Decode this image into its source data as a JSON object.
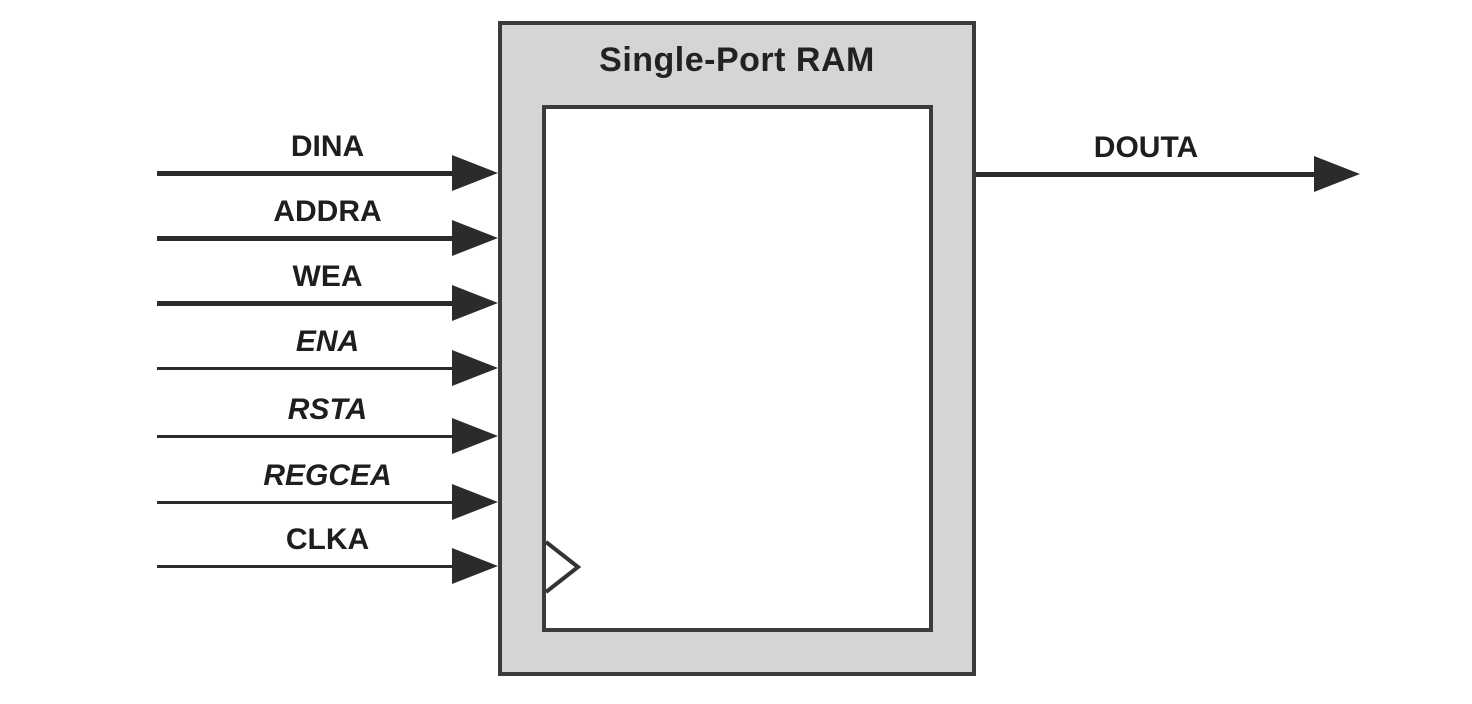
{
  "diagram": {
    "title": "Single-Port RAM",
    "inputs": [
      {
        "label": "DINA"
      },
      {
        "label": "ADDRA"
      },
      {
        "label": "WEA"
      },
      {
        "label": "ENA"
      },
      {
        "label": "RSTA"
      },
      {
        "label": "REGCEA"
      },
      {
        "label": "CLKA"
      }
    ],
    "outputs": [
      {
        "label": "DOUTA"
      }
    ],
    "icons": {
      "clock": "clock-edge-triangle-icon",
      "arrowhead": "filled-right-arrowhead-icon"
    },
    "colors": {
      "block_fill": "#d4d5d6",
      "block_border": "#3b3b3b",
      "inner_fill": "#ffffff",
      "signal_line": "#2b2b2b",
      "text": "#1e1e1e"
    }
  }
}
